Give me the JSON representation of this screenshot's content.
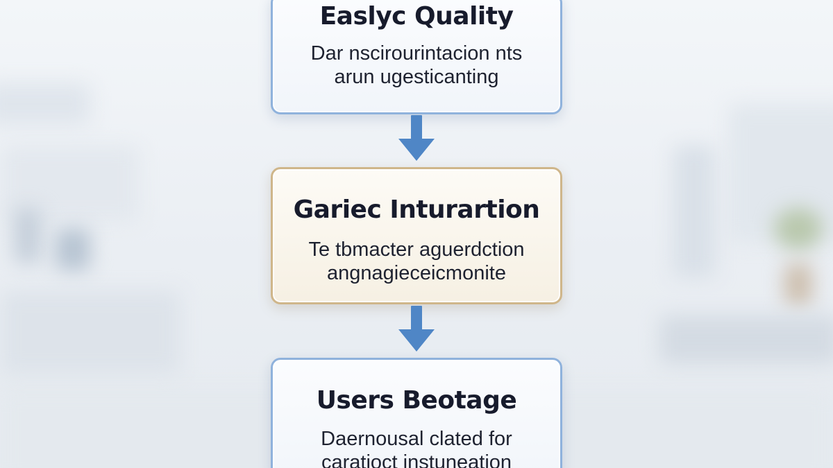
{
  "flow": {
    "nodes": [
      {
        "title": "Easlyc Quality",
        "lines": [
          "Dar nscirourintacion nts",
          "arun ugesticanting"
        ],
        "style": "blue"
      },
      {
        "title": "Gariec Inturartion",
        "lines": [
          "Te tbmacter aguerdction",
          "angnagieceicmonite"
        ],
        "style": "gold"
      },
      {
        "title": "Users Beotage",
        "lines": [
          "Daernousal clated for",
          "caratioct instuneation"
        ],
        "style": "blue"
      }
    ],
    "colors": {
      "arrow": "#4f86c6",
      "blue_border": "#8fb2dc",
      "gold_border": "#cfb68a"
    }
  }
}
